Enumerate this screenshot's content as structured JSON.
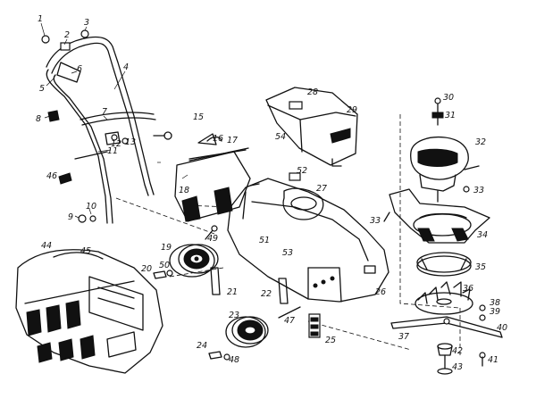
{
  "diagram": {
    "callouts": [
      "1",
      "2",
      "3",
      "4",
      "5",
      "6",
      "7",
      "8",
      "9",
      "10",
      "11",
      "12",
      "13",
      "15",
      "16",
      "17",
      "18",
      "19",
      "20",
      "21",
      "22",
      "23",
      "24",
      "25",
      "26",
      "27",
      "28",
      "29",
      "30",
      "31",
      "32",
      "33",
      "33",
      "34",
      "35",
      "36",
      "37",
      "38",
      "39",
      "40",
      "41",
      "42",
      "43",
      "44",
      "45",
      "46",
      "47",
      "48",
      "49",
      "50",
      "51",
      "52",
      "53",
      "54"
    ]
  }
}
